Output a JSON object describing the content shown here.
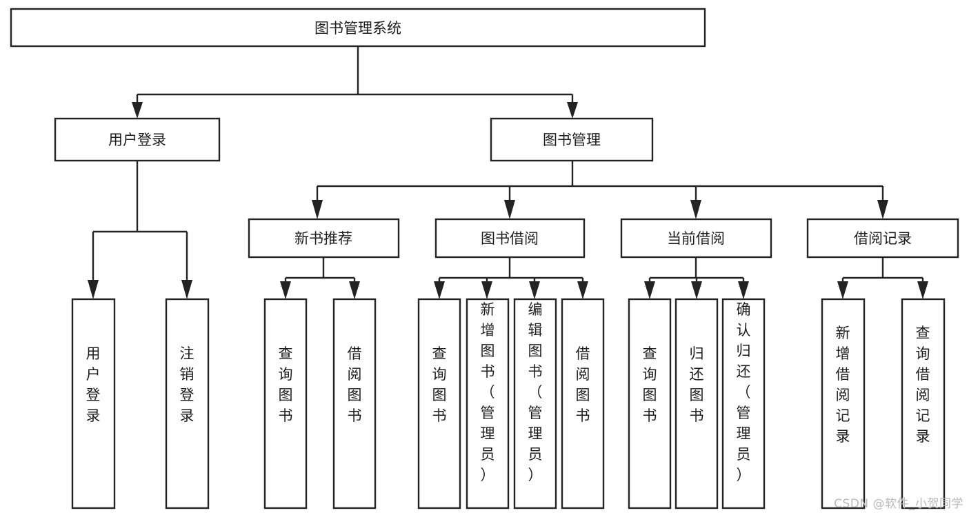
{
  "diagram": {
    "type": "tree-hierarchy",
    "title": "图书管理系统",
    "orientation": "top-down",
    "colors": {
      "box_fill": "#ffffff",
      "box_stroke": "#232323",
      "text": "#1d1d1d",
      "background": "#ffffff",
      "watermark": "#b9b9b9"
    },
    "root": {
      "label": "图书管理系统",
      "level": 1,
      "text_orientation": "horizontal"
    },
    "level2": [
      {
        "label": "用户登录",
        "text_orientation": "horizontal"
      },
      {
        "label": "图书管理",
        "text_orientation": "horizontal"
      }
    ],
    "level3": [
      {
        "label": "新书推荐",
        "parent": "图书管理",
        "text_orientation": "horizontal"
      },
      {
        "label": "图书借阅",
        "parent": "图书管理",
        "text_orientation": "horizontal"
      },
      {
        "label": "当前借阅",
        "parent": "图书管理",
        "text_orientation": "horizontal"
      },
      {
        "label": "借阅记录",
        "parent": "图书管理",
        "text_orientation": "horizontal"
      }
    ],
    "leaves": [
      {
        "label": "用户登录",
        "parent": "用户登录",
        "text_orientation": "vertical"
      },
      {
        "label": "注销登录",
        "parent": "用户登录",
        "text_orientation": "vertical"
      },
      {
        "label": "查询图书",
        "parent": "新书推荐",
        "text_orientation": "vertical"
      },
      {
        "label": "借阅图书",
        "parent": "新书推荐",
        "text_orientation": "vertical"
      },
      {
        "label": "查询图书",
        "parent": "图书借阅",
        "text_orientation": "vertical"
      },
      {
        "label": "新增图书（管理员）",
        "parent": "图书借阅",
        "text_orientation": "vertical"
      },
      {
        "label": "编辑图书（管理员）",
        "parent": "图书借阅",
        "text_orientation": "vertical"
      },
      {
        "label": "借阅图书",
        "parent": "图书借阅",
        "text_orientation": "vertical"
      },
      {
        "label": "查询图书",
        "parent": "当前借阅",
        "text_orientation": "vertical"
      },
      {
        "label": "归还图书",
        "parent": "当前借阅",
        "text_orientation": "vertical"
      },
      {
        "label": "确认归还（管理员）",
        "parent": "当前借阅",
        "text_orientation": "vertical"
      },
      {
        "label": "新增借阅记录",
        "parent": "借阅记录",
        "text_orientation": "vertical"
      },
      {
        "label": "查询借阅记录",
        "parent": "借阅记录",
        "text_orientation": "vertical"
      }
    ],
    "watermark": "CSDN @软件_小贺同学"
  }
}
